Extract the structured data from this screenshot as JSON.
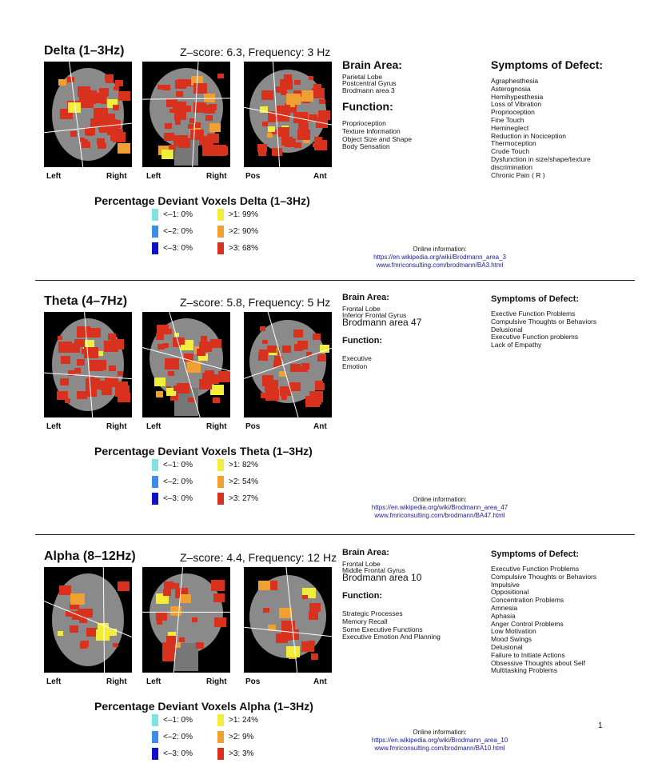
{
  "page_number": "1",
  "labels": {
    "brain_area": "Brain Area:",
    "function": "Function:",
    "symptoms": "Symptoms of Defect:",
    "online": "Online information:",
    "left": "Left",
    "right": "Right",
    "pos": "Pos",
    "ant": "Ant"
  },
  "colors": {
    "neg1": "#7fe3e3",
    "neg2": "#3a8ee8",
    "neg3": "#1010c8",
    "pos1": "#f2ec3a",
    "pos2": "#f0a030",
    "pos3": "#d8321e",
    "link": "#1a1aa0"
  },
  "sections": [
    {
      "band": "Delta (1–3Hz)",
      "zscore": "Z–score: 6.3, Frequency: 3 Hz",
      "legend_title": "Percentage Deviant Voxels Delta (1–3Hz)",
      "legend": {
        "neg1": "<–1:  0%",
        "neg2": "<–2:  0%",
        "neg3": "<–3:  0%",
        "pos1": ">1:  99%",
        "pos2": ">2:  90%",
        "pos3": ">3:  68%"
      },
      "brain_area": [
        "Parietal Lobe",
        "Postcentral Gyrus",
        "Brodmann area 3"
      ],
      "function": [
        "Proprioception",
        "Texture Information",
        "Object Size and Shape",
        "Body Sensation"
      ],
      "symptoms": [
        "Agraphesthesia",
        "Asterognosia",
        "Hemihypesthesia",
        "Loss of Vibration",
        "Proprioception",
        "Fine Touch",
        "Hemineglect",
        "Reduction in Nociception",
        "Thermoception",
        "Crude Touch",
        "Dysfunction in size/shape/texture",
        "  discrimination",
        "Chronic Pain ( R )"
      ],
      "links": [
        "https://en.wikipedia.org/wiki/Brodmann_area_3",
        "www.fmriconsulting.com/brodmann/BA3.html"
      ]
    },
    {
      "band": "Theta (4–7Hz)",
      "zscore": "Z–score: 5.8, Frequency: 5 Hz",
      "legend_title": "Percentage Deviant Voxels Theta (1–3Hz)",
      "legend": {
        "neg1": "<–1:  0%",
        "neg2": "<–2:  0%",
        "neg3": "<–3:  0%",
        "pos1": ">1:  82%",
        "pos2": ">2:  54%",
        "pos3": ">3:  27%"
      },
      "brain_area": [
        "Frontal Lobe",
        "Inferior Frontal Gyrus",
        "Brodmann area 47"
      ],
      "function": [
        "Executive",
        "Emotion"
      ],
      "symptoms": [
        "Exective Function Problems",
        "Compulsive Thoughts or Behaviors",
        "Delusional",
        "Executive Function problems",
        "Lack of Empathy"
      ],
      "links": [
        "https://en.wikipedia.org/wiki/Brodmann_area_47",
        "www.fmriconsulting.com/brodmann/BA47.html"
      ]
    },
    {
      "band": "Alpha (8–12Hz)",
      "zscore": "Z–score: 4.4, Frequency: 12 Hz",
      "legend_title": "Percentage Deviant Voxels Alpha (1–3Hz)",
      "legend": {
        "neg1": "<–1:  0%",
        "neg2": "<–2:  0%",
        "neg3": "<–3:  0%",
        "pos1": ">1:  24%",
        "pos2": ">2:  9%",
        "pos3": ">3:  3%"
      },
      "brain_area": [
        "Frontal Lobe",
        "Middle Frontal Gyrus",
        "Brodmann area 10"
      ],
      "function": [
        "Strategic Processes",
        "Memory Recall",
        "Some Executive Functions",
        "Executive Emotion And Planning"
      ],
      "symptoms": [
        "Executive Function Problems",
        "Compulsive Thoughts or Behaviors",
        "Impulsive",
        "Oppositional",
        "Concentration Problems",
        "Amnesia",
        "Aphasia",
        "Anger Control Problems",
        "Low Motivation",
        "Mood Swings",
        "Delusional",
        "Failure to Initiate Actions",
        "Obsessive Thoughts about Self",
        "Multitasking Problems"
      ],
      "links": [
        "https://en.wikipedia.org/wiki/Brodmann_area_10",
        "www.fmriconsulting.com/brodmann/BA10.html"
      ]
    }
  ]
}
